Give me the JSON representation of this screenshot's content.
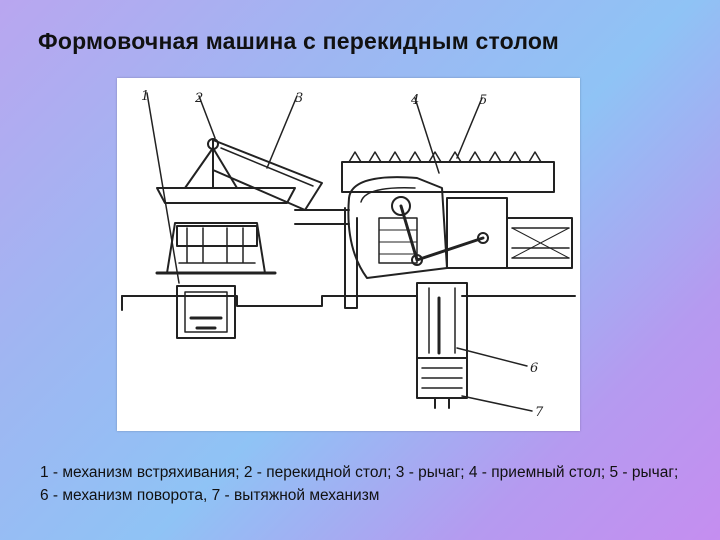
{
  "slide": {
    "title": "Формовочная машина с перекидным столом",
    "caption": "1 - механизм встряхивания; 2 - перекидной стол; 3 - рычаг; 4 - приемный стол; 5 - рычаг; 6 - механизм поворота, 7 - вытяжной механизм"
  },
  "figure": {
    "labels": [
      "1",
      "2",
      "3",
      "4",
      "5",
      "6",
      "7"
    ]
  }
}
